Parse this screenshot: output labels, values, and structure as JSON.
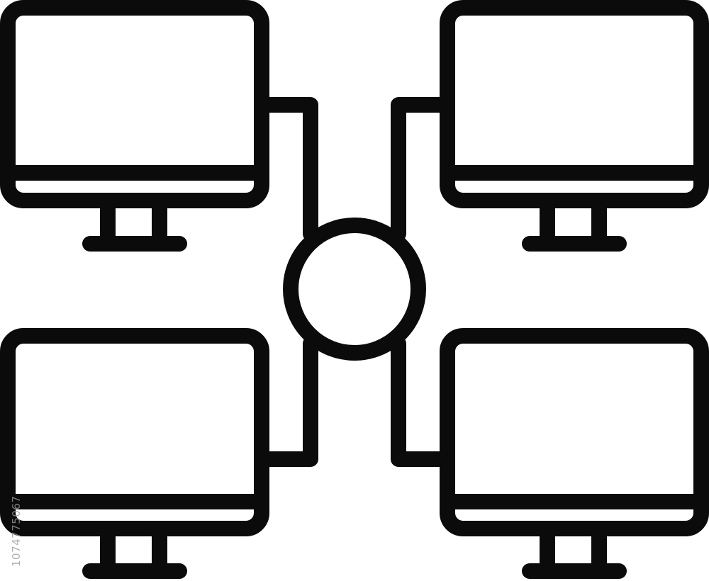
{
  "icon": {
    "name": "network-computers-icon",
    "stroke_color": "#0b0b0b",
    "fill_color": "#ffffff",
    "monitors": [
      "top-left",
      "top-right",
      "bottom-left",
      "bottom-right"
    ],
    "hub": "circle"
  },
  "watermark": {
    "stock_id": "1074775067"
  }
}
